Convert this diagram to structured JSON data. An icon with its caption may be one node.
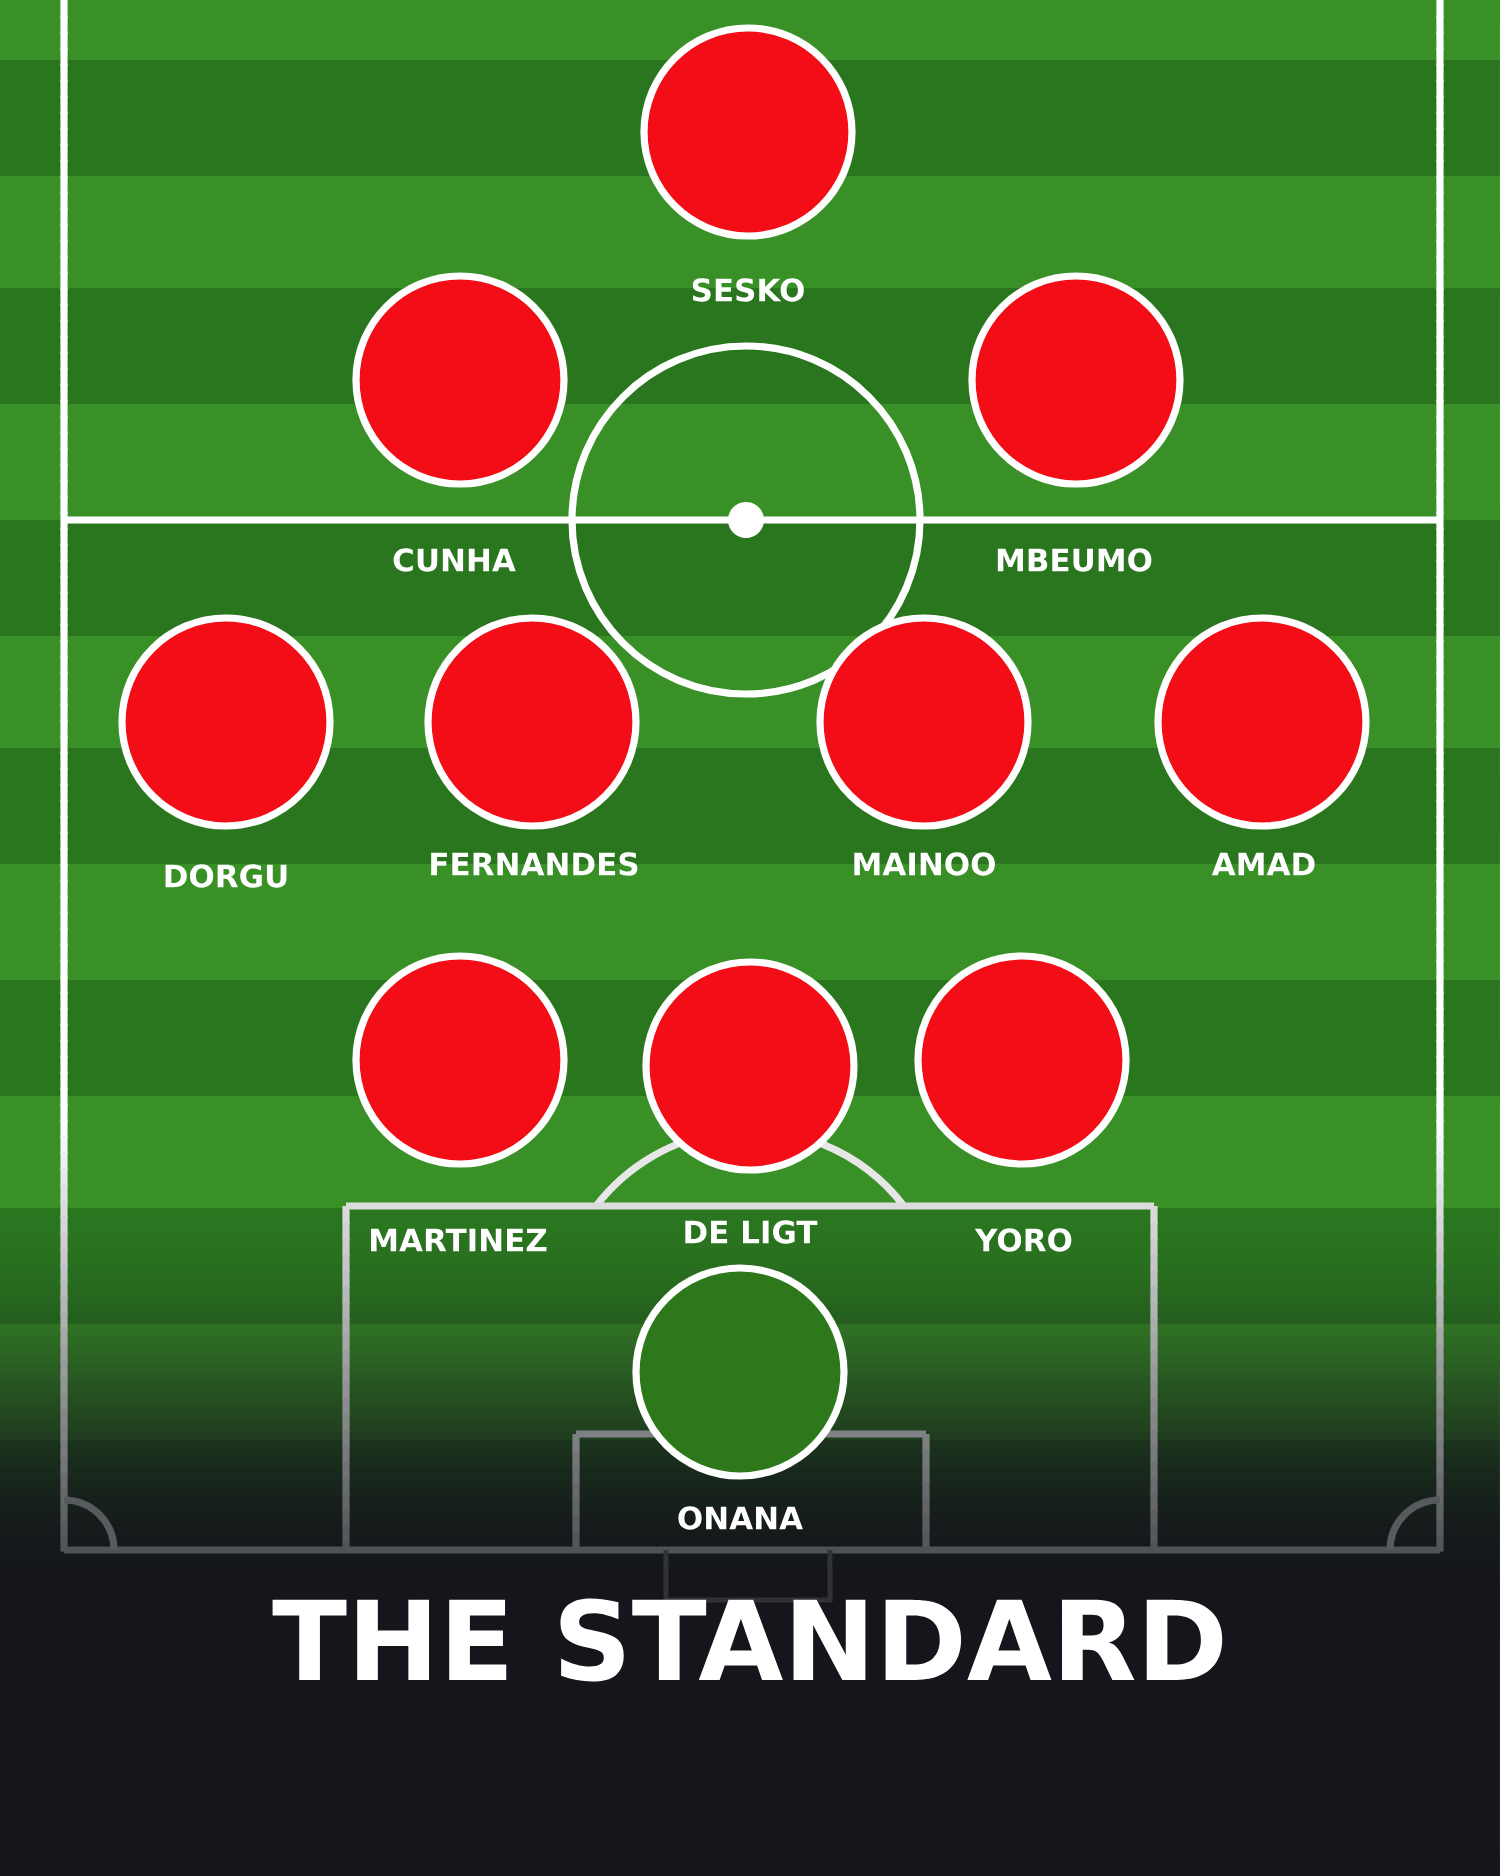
{
  "diagram": {
    "title": "THE STANDARD",
    "nodes": [
      {
        "text": [
          "SESKO"
        ]
      },
      {
        "text": [
          "CUNHA"
        ]
      },
      {
        "text": [
          "MBEUMO"
        ]
      },
      {
        "text": [
          "DORGU"
        ]
      },
      {
        "text": [
          "FERNANDES"
        ]
      },
      {
        "text": [
          "MAINOO"
        ]
      },
      {
        "text": [
          "AMAD"
        ]
      },
      {
        "text": [
          "MARTINEZ"
        ]
      },
      {
        "text": [
          "DE LIGT"
        ]
      },
      {
        "text": [
          "YORO"
        ]
      },
      {
        "text": [
          "ONANA"
        ]
      }
    ]
  }
}
